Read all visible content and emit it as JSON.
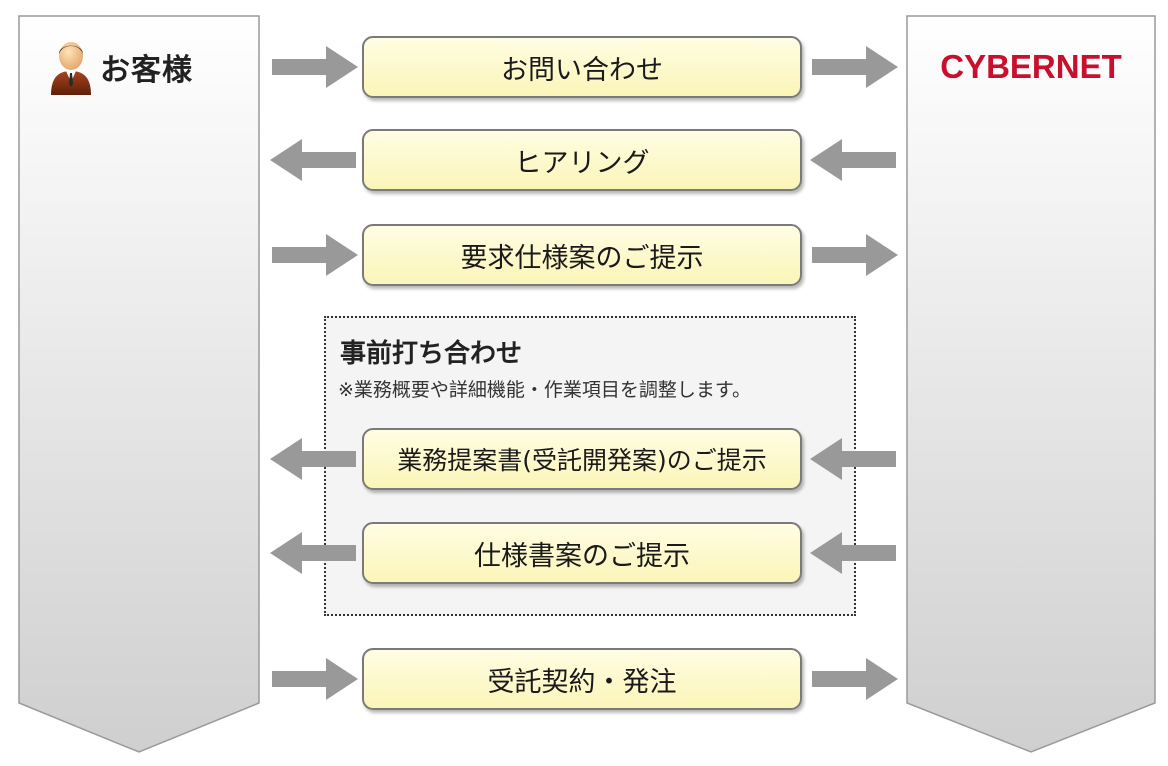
{
  "customer": {
    "label": "お客様"
  },
  "company": {
    "label": "CYBERNET"
  },
  "steps": [
    {
      "label": "お問い合わせ",
      "direction": "right"
    },
    {
      "label": "ヒアリング",
      "direction": "left"
    },
    {
      "label": "要求仕様案のご提示",
      "direction": "right"
    },
    {
      "label": "業務提案書(受託開発案)のご提示",
      "direction": "left"
    },
    {
      "label": "仕様書案のご提示",
      "direction": "left"
    },
    {
      "label": "受託契約・発注",
      "direction": "right"
    }
  ],
  "preliminary": {
    "title": "事前打ち合わせ",
    "note": "※業務概要や詳細機能・作業項目を調整します。"
  },
  "colors": {
    "company_red": "#c8102e",
    "step_fill": "#fbf5b8",
    "arrow_gray": "#999999",
    "lane_gray": "#d2d2d2"
  }
}
